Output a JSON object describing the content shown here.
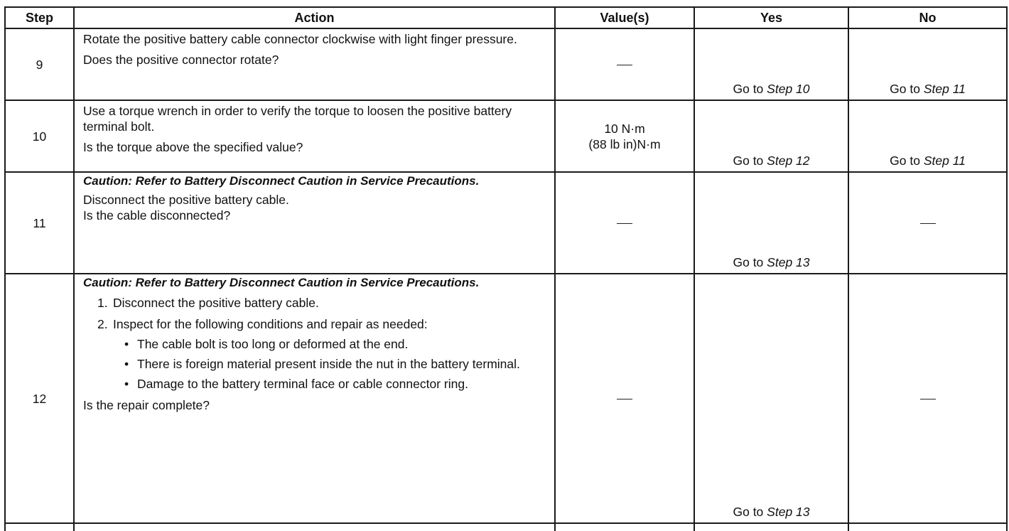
{
  "headers": {
    "step": "Step",
    "action": "Action",
    "values": "Value(s)",
    "yes": "Yes",
    "no": "No"
  },
  "rows": [
    {
      "step": "9",
      "action_text": "Rotate the positive battery cable connector clockwise with light finger pressure.",
      "question": "Does the positive connector rotate?",
      "value": "—",
      "yes": {
        "prefix": "Go to",
        "target": "Step  10"
      },
      "no": {
        "prefix": "Go to",
        "target": "Step  11"
      }
    },
    {
      "step": "10",
      "action_text": "Use a torque wrench in order to verify the torque to loosen the positive battery terminal bolt.",
      "question": "Is the torque above the specified value?",
      "value_line1": "10 N·m",
      "value_line2": "(88 lb in)N·m",
      "yes": {
        "prefix": "Go to",
        "target": "Step  12"
      },
      "no": {
        "prefix": "Go to",
        "target": "Step  11"
      }
    },
    {
      "step": "11",
      "caution": "Caution: Refer to Battery Disconnect Caution in Service Precautions.",
      "action_text": "Disconnect the positive battery cable.",
      "question": "Is the cable disconnected?",
      "value": "—",
      "yes": {
        "prefix": "Go to",
        "target": "Step  13"
      },
      "no": "—"
    },
    {
      "step": "12",
      "caution": "Caution: Refer to Battery Disconnect Caution in Service Precautions.",
      "items": [
        {
          "num": "1.",
          "text": "Disconnect the positive battery cable."
        },
        {
          "num": "2.",
          "text": "Inspect for the following conditions and repair as needed:"
        }
      ],
      "bullets": [
        "The cable bolt is too long or deformed at the end.",
        "There is foreign material present inside the nut in the battery terminal.",
        "Damage to the battery terminal face or cable connector ring."
      ],
      "bullet_char": "•",
      "question": "Is the repair complete?",
      "value": "—",
      "yes": {
        "prefix": "Go to",
        "target": "Step  13"
      },
      "no": "—"
    }
  ]
}
